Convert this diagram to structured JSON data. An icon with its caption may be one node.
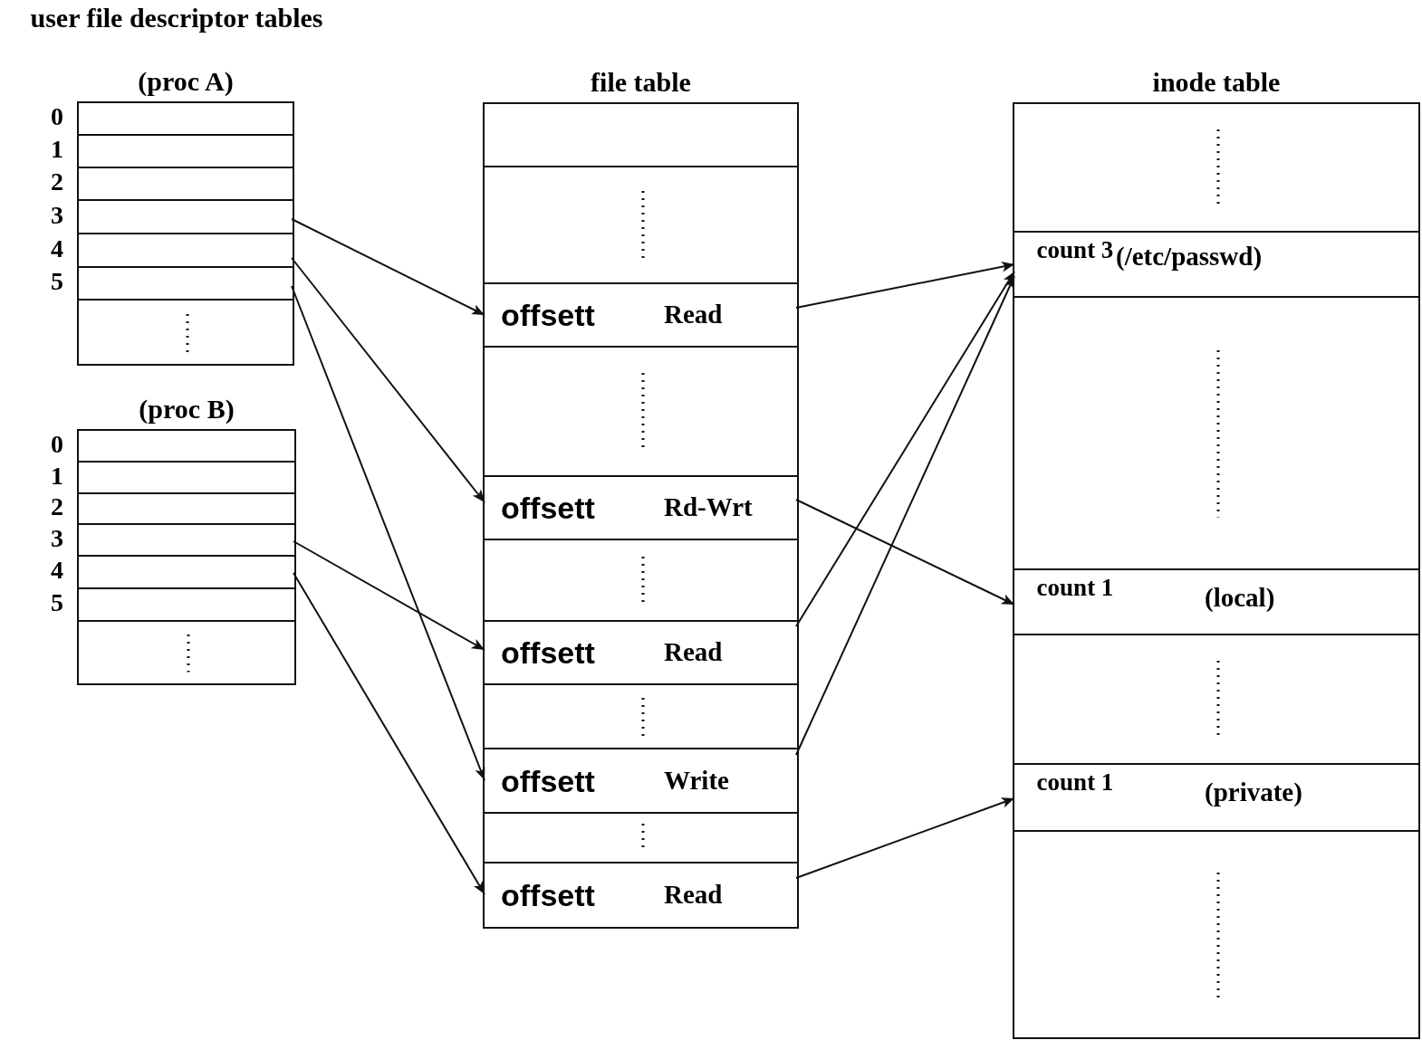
{
  "diagram": {
    "nodes": [
      {
        "text": [
          "(proc A)"
        ]
      },
      {
        "text": [],
        "shape": "box",
        "in": 0,
        "beside": [
          "0"
        ]
      },
      {
        "text": [],
        "shape": "box",
        "in": 0,
        "beside": [
          "1"
        ]
      },
      {
        "text": [],
        "shape": "box",
        "in": 0,
        "beside": [
          "2"
        ]
      },
      {
        "text": [],
        "shape": "box",
        "in": 0,
        "beside": [
          "3"
        ]
      },
      {
        "text": [],
        "shape": "box",
        "in": 0,
        "beside": [
          "4"
        ]
      },
      {
        "text": [],
        "shape": "box",
        "in": 0,
        "beside": [
          "5"
        ]
      },
      {
        "text": [],
        "shape": "box",
        "in": 0
      },
      {
        "text": [
          "(proc B)"
        ]
      },
      {
        "text": [],
        "shape": "box",
        "in": 8,
        "beside": [
          "0"
        ]
      },
      {
        "text": [],
        "shape": "box",
        "in": 8,
        "beside": [
          "1"
        ]
      },
      {
        "text": [],
        "shape": "box",
        "in": 8,
        "beside": [
          "2"
        ]
      },
      {
        "text": [],
        "shape": "box",
        "in": 8,
        "beside": [
          "3"
        ]
      },
      {
        "text": [],
        "shape": "box",
        "in": 8,
        "beside": [
          "4"
        ]
      },
      {
        "text": [],
        "shape": "box",
        "in": 8,
        "beside": [
          "5"
        ]
      },
      {
        "text": [],
        "shape": "box",
        "in": 8
      },
      {
        "text": [
          "file table"
        ]
      },
      {
        "text": [],
        "shape": "box",
        "in": 16
      },
      {
        "text": [],
        "shape": "box",
        "in": 16
      },
      {
        "text": [
          "offsett",
          "Read"
        ],
        "in": 16
      },
      {
        "text": [],
        "shape": "box",
        "in": 16
      },
      {
        "text": [
          "offsett",
          "Rd-Wrt"
        ],
        "in": 16
      },
      {
        "text": [],
        "shape": "box",
        "in": 16
      },
      {
        "text": [
          "offsett",
          "Read"
        ],
        "in": 16
      },
      {
        "text": [],
        "shape": "box",
        "in": 16
      },
      {
        "text": [
          "offsett",
          "Write"
        ],
        "in": 16
      },
      {
        "text": [],
        "shape": "box",
        "in": 16
      },
      {
        "text": [
          "offsett",
          "Read"
        ],
        "in": 16
      },
      {
        "text": [
          "inode table"
        ]
      },
      {
        "text": [],
        "shape": "box",
        "in": 28
      },
      {
        "text": [
          "count 3",
          "(/etc/passwd)"
        ],
        "in": 28
      },
      {
        "text": [],
        "shape": "box",
        "in": 28
      },
      {
        "text": [
          "count 1",
          "(local)"
        ],
        "in": 28
      },
      {
        "text": [],
        "shape": "box",
        "in": 28
      },
      {
        "text": [
          "count 1",
          "(private)"
        ],
        "in": 28
      },
      {
        "text": [],
        "shape": "box",
        "in": 28
      }
    ],
    "edges": [
      {
        "from": 4,
        "to": 19,
        "arrow": "to"
      },
      {
        "from": 5,
        "to": 21,
        "arrow": "to"
      },
      {
        "from": 6,
        "to": 25,
        "arrow": "to"
      },
      {
        "from": 12,
        "to": 23,
        "arrow": "to"
      },
      {
        "from": 13,
        "to": 27,
        "arrow": "to"
      },
      {
        "from": 19,
        "to": 30,
        "arrow": "to"
      },
      {
        "from": 21,
        "to": 32,
        "arrow": "to"
      },
      {
        "from": 23,
        "to": 30,
        "arrow": "to"
      },
      {
        "from": 25,
        "to": 30,
        "arrow": "to"
      },
      {
        "from": 27,
        "to": 34,
        "arrow": "to"
      }
    ],
    "labels": [
      "user file descriptor tables"
    ]
  }
}
